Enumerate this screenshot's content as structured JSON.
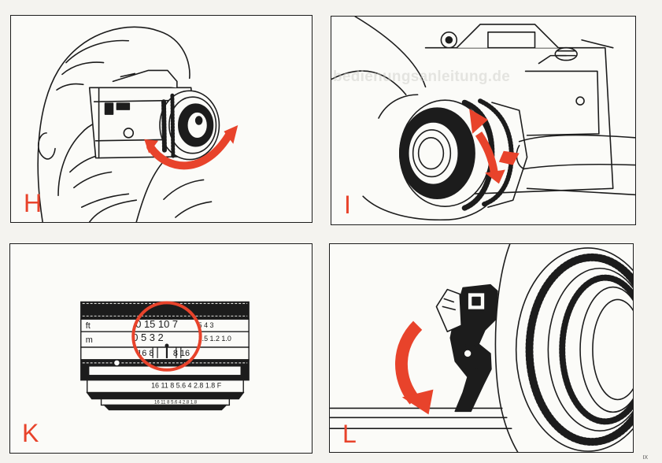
{
  "panels": {
    "h": {
      "label": "H"
    },
    "i": {
      "label": "I",
      "watermark": "bedienungsanleitung.de"
    },
    "k": {
      "label": "K",
      "scale": {
        "unit_ft": "ft",
        "unit_m": "m",
        "ft_values": "0 15 10 7",
        "ft_side": "5  4  3",
        "m_values": "0  5   3   2",
        "m_side": "1.5  1.2  1.0",
        "dof_left": "16 8",
        "dof_right": "8 16",
        "aperture_ring": "16 11 8 5.6 4 2.8 1.8 F",
        "aperture_ring_small": "16 11 8 5.6 4 2.8 1.8"
      }
    },
    "l": {
      "label": "L"
    }
  },
  "page_number": "IX",
  "colors": {
    "accent": "#e8432b",
    "ink": "#1c1c1c",
    "paper": "#fbfbf8"
  }
}
